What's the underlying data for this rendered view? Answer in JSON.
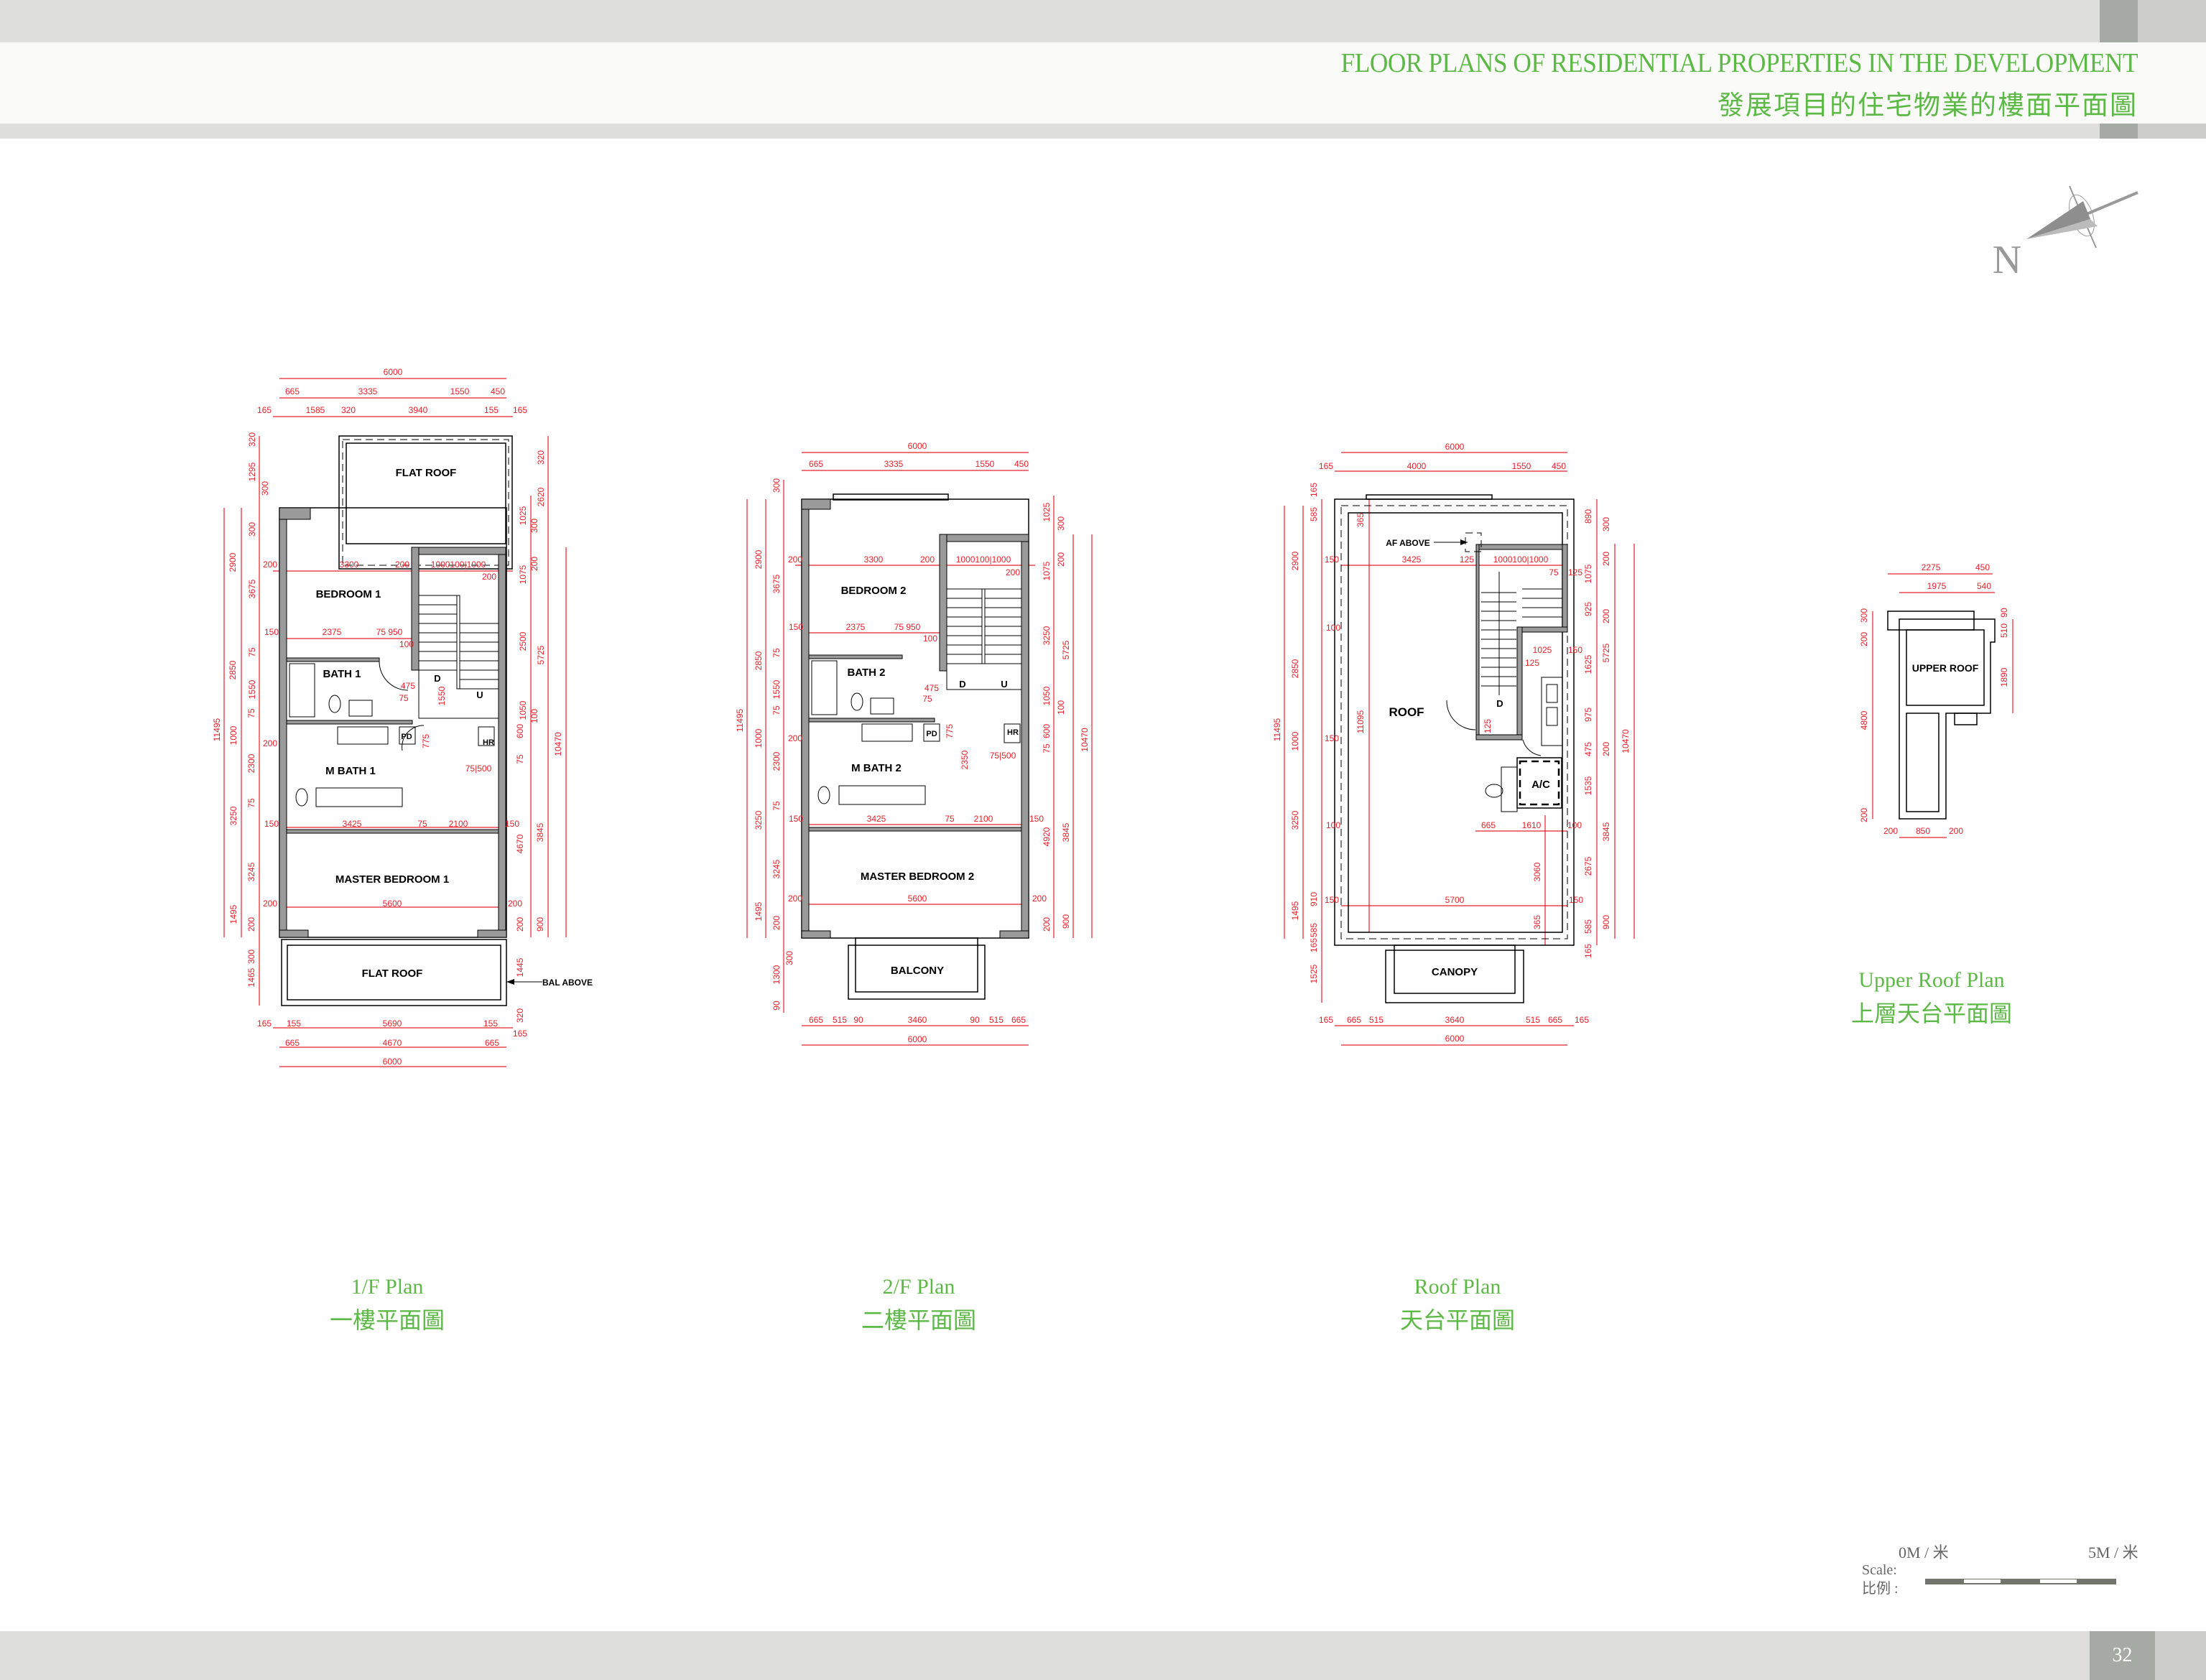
{
  "header": {
    "title_en": "FLOOR PLANS OF RESIDENTIAL PROPERTIES IN THE DEVELOPMENT",
    "title_zh": "發展項目的住宅物業的樓面平面圖"
  },
  "compass": {
    "label": "N"
  },
  "colors": {
    "accent": "#5cb946",
    "dimension": "#e8202a",
    "wall": "#9a9a9a",
    "band": "#dededc",
    "band_dark": "#a5aaa4"
  },
  "plans": {
    "p1": {
      "caption_en": "1/F Plan",
      "caption_zh": "一樓平面圖",
      "rooms": {
        "flat_roof_top": "FLAT ROOF",
        "bedroom": "BEDROOM 1",
        "bath": "BATH 1",
        "m_bath": "M BATH 1",
        "master": "MASTER BEDROOM 1",
        "flat_roof_bottom": "FLAT ROOF",
        "bal_above": "BAL ABOVE",
        "pd": "PD",
        "hr": "HR",
        "d": "D",
        "u": "U"
      },
      "dims": [
        "6000",
        "665",
        "3335",
        "1550",
        "450",
        "165",
        "1585",
        "320",
        "3940",
        "155",
        "165",
        "200",
        "3300",
        "200",
        "1000100|1000",
        "200",
        "150",
        "2375",
        "75  950",
        "100",
        "475",
        "75",
        "200",
        "75|500",
        "150",
        "3425",
        "75",
        "2100",
        "150",
        "200",
        "5600",
        "200",
        "165",
        "155",
        "5690",
        "155",
        "665",
        "4670",
        "665",
        "6000",
        "165",
        "11495",
        "2900",
        "2850",
        "1000",
        "3250",
        "1495",
        "320",
        "1295",
        "300",
        "300",
        "3675",
        "75",
        "1550",
        "75",
        "2300",
        "75",
        "3245",
        "200",
        "300",
        "1465",
        "1550",
        "775",
        "320",
        "2620",
        "1025",
        "300",
        "200",
        "1075",
        "2500",
        "5725",
        "1050",
        "100",
        "600",
        "10470",
        "75",
        "3845",
        "4670",
        "200",
        "900",
        "1445",
        "320"
      ]
    },
    "p2": {
      "caption_en": "2/F Plan",
      "caption_zh": "二樓平面圖",
      "rooms": {
        "bedroom": "BEDROOM 2",
        "bath": "BATH 2",
        "m_bath": "M BATH 2",
        "master": "MASTER BEDROOM 2",
        "balcony": "BALCONY",
        "pd": "PD",
        "hr": "HR",
        "d": "D",
        "u": "U"
      },
      "dims": [
        "6000",
        "665",
        "3335",
        "1550",
        "450",
        "200",
        "3300",
        "200",
        "1000100|1000",
        "200",
        "150",
        "2375",
        "75  950",
        "100",
        "475",
        "75",
        "200",
        "75|500",
        "150",
        "3425",
        "75",
        "2100",
        "150",
        "200",
        "5600",
        "200",
        "665",
        "515",
        "90",
        "3460",
        "90",
        "515",
        "665",
        "6000",
        "11495",
        "2900",
        "2850",
        "1000",
        "3250",
        "1495",
        "300",
        "3675",
        "75",
        "1550",
        "75",
        "2300",
        "75",
        "3245",
        "200",
        "1300",
        "300",
        "90",
        "775",
        "2350",
        "1025",
        "300",
        "1075",
        "200",
        "3250",
        "5725",
        "1050",
        "100",
        "600",
        "75",
        "10470",
        "4920",
        "3845",
        "200",
        "900"
      ]
    },
    "roof": {
      "caption_en": "Roof Plan",
      "caption_zh": "天台平面圖",
      "rooms": {
        "roof": "ROOF",
        "af_above": "AF ABOVE",
        "ac": "A/C",
        "canopy": "CANOPY",
        "d": "D"
      },
      "dims": [
        "6000",
        "165",
        "4000",
        "1550",
        "450",
        "150",
        "3425",
        "125",
        "1000100|1000",
        "75",
        "125",
        "100",
        "150",
        "100",
        "150",
        "5700",
        "150",
        "1025",
        "150",
        "125",
        "665",
        "1610",
        "100",
        "165",
        "665",
        "515",
        "3640",
        "515",
        "665",
        "165",
        "6000",
        "11495",
        "2900",
        "2850",
        "1000",
        "3250",
        "1495",
        "165",
        "585",
        "910",
        "585",
        "165",
        "1525",
        "11095",
        "365",
        "365",
        "3060",
        "125",
        "890",
        "1075",
        "925",
        "1625",
        "975",
        "475",
        "1535",
        "2675",
        "585",
        "165",
        "300",
        "200",
        "200",
        "200",
        "5725",
        "3845",
        "900",
        "10470"
      ]
    },
    "upper": {
      "caption_en": "Upper Roof Plan",
      "caption_zh": "上層天台平面圖",
      "rooms": {
        "upper_roof": "UPPER ROOF"
      },
      "dims": [
        "2275",
        "450",
        "1975",
        "540",
        "200",
        "850",
        "200",
        "300",
        "200",
        "4800",
        "200",
        "90",
        "510",
        "1890"
      ]
    }
  },
  "scale": {
    "label_en": "Scale:",
    "label_zh": "比例 :",
    "start": "0M / 米",
    "end": "5M / 米"
  },
  "footer": {
    "page_number": "32"
  }
}
